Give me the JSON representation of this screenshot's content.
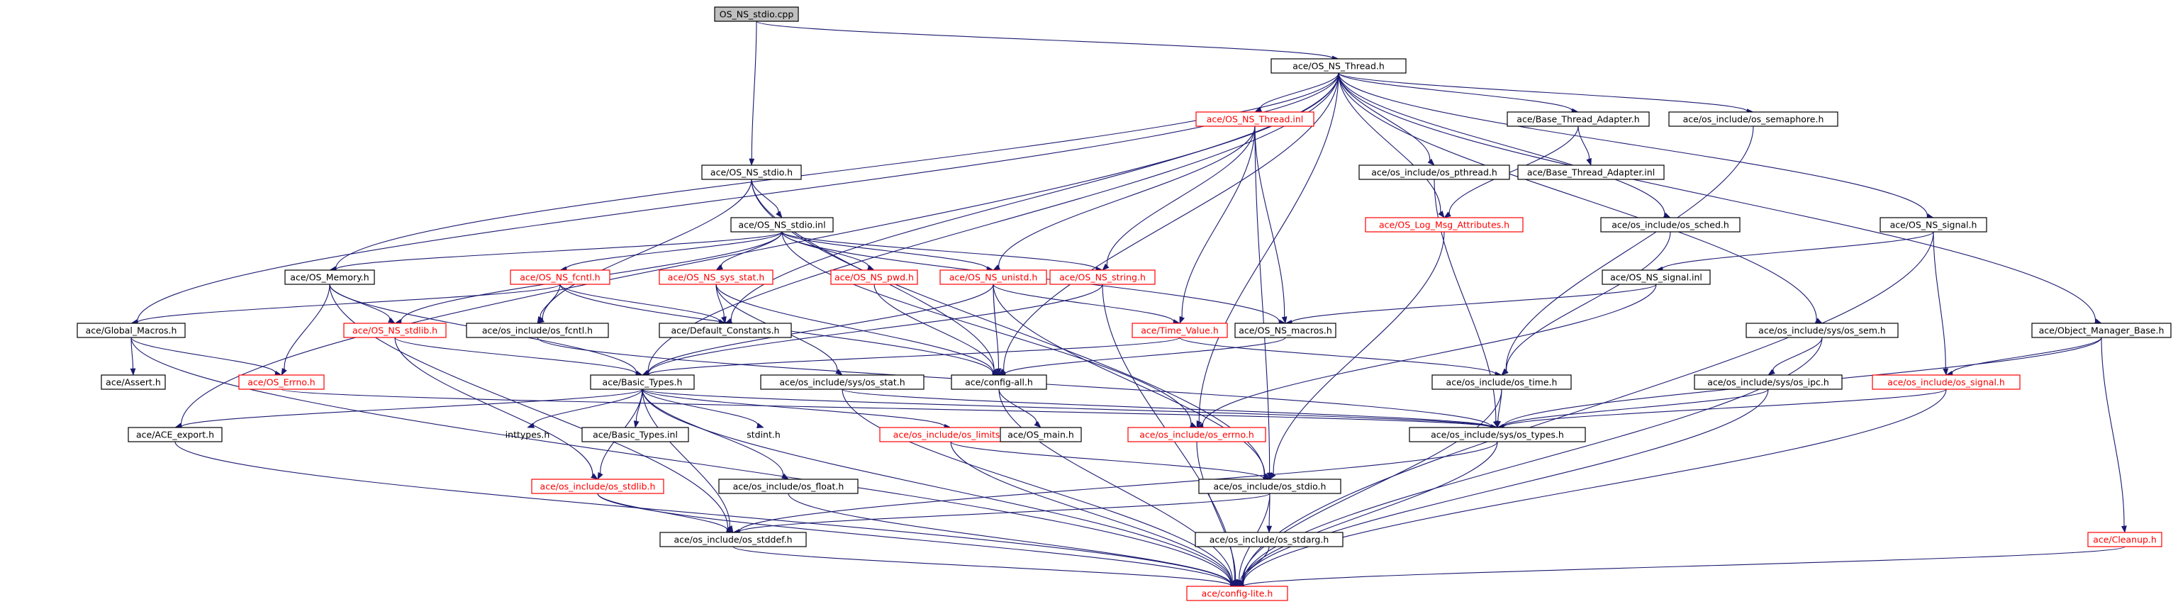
{
  "diagram": {
    "nodes": [
      {
        "id": "root",
        "label": "OS_NS_stdio.cpp",
        "style": "root"
      },
      {
        "id": "thread_h",
        "label": "ace/OS_NS_Thread.h",
        "style": "normal"
      },
      {
        "id": "thread_inl",
        "label": "ace/OS_NS_Thread.inl",
        "style": "red"
      },
      {
        "id": "base_thread_adapter_h",
        "label": "ace/Base_Thread_Adapter.h",
        "style": "normal"
      },
      {
        "id": "os_semaphore_h",
        "label": "ace/os_include/os_semaphore.h",
        "style": "normal"
      },
      {
        "id": "stdio_h",
        "label": "ace/OS_NS_stdio.h",
        "style": "normal"
      },
      {
        "id": "os_pthread_h",
        "label": "ace/os_include/os_pthread.h",
        "style": "normal"
      },
      {
        "id": "base_thread_adapter_inl",
        "label": "ace/Base_Thread_Adapter.inl",
        "style": "normal"
      },
      {
        "id": "stdio_inl",
        "label": "ace/OS_NS_stdio.inl",
        "style": "normal"
      },
      {
        "id": "log_msg_attributes_h",
        "label": "ace/OS_Log_Msg_Attributes.h",
        "style": "red"
      },
      {
        "id": "os_sched_h",
        "label": "ace/os_include/os_sched.h",
        "style": "normal"
      },
      {
        "id": "signal_h",
        "label": "ace/OS_NS_signal.h",
        "style": "normal"
      },
      {
        "id": "os_memory_h",
        "label": "ace/OS_Memory.h",
        "style": "normal"
      },
      {
        "id": "fcntl_h",
        "label": "ace/OS_NS_fcntl.h",
        "style": "red"
      },
      {
        "id": "sys_stat_h",
        "label": "ace/OS_NS_sys_stat.h",
        "style": "red"
      },
      {
        "id": "pwd_h",
        "label": "ace/OS_NS_pwd.h",
        "style": "red"
      },
      {
        "id": "unistd_h",
        "label": "ace/OS_NS_unistd.h",
        "style": "red"
      },
      {
        "id": "string_h",
        "label": "ace/OS_NS_string.h",
        "style": "red"
      },
      {
        "id": "signal_inl",
        "label": "ace/OS_NS_signal.inl",
        "style": "normal"
      },
      {
        "id": "global_macros_h",
        "label": "ace/Global_Macros.h",
        "style": "normal"
      },
      {
        "id": "stdlib_h",
        "label": "ace/OS_NS_stdlib.h",
        "style": "red"
      },
      {
        "id": "os_fcntl_h",
        "label": "ace/os_include/os_fcntl.h",
        "style": "normal"
      },
      {
        "id": "default_constants_h",
        "label": "ace/Default_Constants.h",
        "style": "normal"
      },
      {
        "id": "time_value_h",
        "label": "ace/Time_Value.h",
        "style": "red"
      },
      {
        "id": "macros_h",
        "label": "ace/OS_NS_macros.h",
        "style": "normal"
      },
      {
        "id": "sys_os_sem_h",
        "label": "ace/os_include/sys/os_sem.h",
        "style": "normal"
      },
      {
        "id": "object_manager_base_h",
        "label": "ace/Object_Manager_Base.h",
        "style": "normal"
      },
      {
        "id": "assert_h",
        "label": "ace/Assert.h",
        "style": "normal"
      },
      {
        "id": "os_errno_h",
        "label": "ace/OS_Errno.h",
        "style": "red"
      },
      {
        "id": "basic_types_h",
        "label": "ace/Basic_Types.h",
        "style": "normal"
      },
      {
        "id": "sys_os_stat_h",
        "label": "ace/os_include/sys/os_stat.h",
        "style": "normal"
      },
      {
        "id": "config_all_h",
        "label": "ace/config-all.h",
        "style": "normal"
      },
      {
        "id": "os_time_h",
        "label": "ace/os_include/os_time.h",
        "style": "normal"
      },
      {
        "id": "sys_os_ipc_h",
        "label": "ace/os_include/sys/os_ipc.h",
        "style": "normal"
      },
      {
        "id": "os_signal_h",
        "label": "ace/os_include/os_signal.h",
        "style": "red"
      },
      {
        "id": "ace_export_h",
        "label": "ace/ACE_export.h",
        "style": "normal"
      },
      {
        "id": "inttypes_h",
        "label": "inttypes.h",
        "style": "plain"
      },
      {
        "id": "basic_types_inl",
        "label": "ace/Basic_Types.inl",
        "style": "normal"
      },
      {
        "id": "stdint_h",
        "label": "stdint.h",
        "style": "plain"
      },
      {
        "id": "os_limits_h",
        "label": "ace/os_include/os_limits.h",
        "style": "red"
      },
      {
        "id": "os_main_h",
        "label": "ace/OS_main.h",
        "style": "normal"
      },
      {
        "id": "os_errno_include_h",
        "label": "ace/os_include/os_errno.h",
        "style": "red"
      },
      {
        "id": "sys_os_types_h",
        "label": "ace/os_include/sys/os_types.h",
        "style": "normal"
      },
      {
        "id": "os_float_h",
        "label": "ace/os_include/os_float.h",
        "style": "normal"
      },
      {
        "id": "os_stdlib_h",
        "label": "ace/os_include/os_stdlib.h",
        "style": "red"
      },
      {
        "id": "os_stdio_h",
        "label": "ace/os_include/os_stdio.h",
        "style": "normal"
      },
      {
        "id": "os_stdarg_h",
        "label": "ace/os_include/os_stdarg.h",
        "style": "normal"
      },
      {
        "id": "os_stddef_h",
        "label": "ace/os_include/os_stddef.h",
        "style": "normal"
      },
      {
        "id": "cleanup_h",
        "label": "ace/Cleanup.h",
        "style": "red"
      },
      {
        "id": "config_lite_h",
        "label": "ace/config-lite.h",
        "style": "red"
      }
    ],
    "edges": [
      [
        "root",
        "thread_h"
      ],
      [
        "root",
        "stdio_h"
      ],
      [
        "thread_h",
        "thread_inl"
      ],
      [
        "thread_h",
        "base_thread_adapter_h"
      ],
      [
        "thread_h",
        "os_semaphore_h"
      ],
      [
        "thread_h",
        "os_pthread_h"
      ],
      [
        "thread_h",
        "log_msg_attributes_h"
      ],
      [
        "thread_h",
        "os_sched_h"
      ],
      [
        "thread_h",
        "signal_h"
      ],
      [
        "thread_h",
        "os_memory_h"
      ],
      [
        "thread_h",
        "global_macros_h"
      ],
      [
        "thread_h",
        "default_constants_h"
      ],
      [
        "thread_h",
        "sys_os_sem_h"
      ],
      [
        "thread_h",
        "object_manager_base_h"
      ],
      [
        "thread_h",
        "basic_types_h"
      ],
      [
        "thread_h",
        "config_all_h"
      ],
      [
        "thread_h",
        "ace_export_h"
      ],
      [
        "thread_h",
        "os_errno_include_h"
      ],
      [
        "thread_inl",
        "unistd_h"
      ],
      [
        "thread_inl",
        "string_h"
      ],
      [
        "thread_inl",
        "time_value_h"
      ],
      [
        "thread_inl",
        "macros_h"
      ],
      [
        "thread_inl",
        "os_stdio_h"
      ],
      [
        "base_thread_adapter_h",
        "base_thread_adapter_inl"
      ],
      [
        "base_thread_adapter_h",
        "log_msg_attributes_h"
      ],
      [
        "os_semaphore_h",
        "os_time_h"
      ],
      [
        "os_pthread_h",
        "sys_os_types_h"
      ],
      [
        "os_sched_h",
        "os_time_h"
      ],
      [
        "stdio_h",
        "stdio_inl"
      ],
      [
        "stdio_h",
        "os_fcntl_h"
      ],
      [
        "stdio_h",
        "config_all_h"
      ],
      [
        "stdio_h",
        "os_stdio_h"
      ],
      [
        "stdio_inl",
        "os_memory_h"
      ],
      [
        "stdio_inl",
        "fcntl_h"
      ],
      [
        "stdio_inl",
        "sys_stat_h"
      ],
      [
        "stdio_inl",
        "pwd_h"
      ],
      [
        "stdio_inl",
        "unistd_h"
      ],
      [
        "stdio_inl",
        "string_h"
      ],
      [
        "stdio_inl",
        "stdlib_h"
      ],
      [
        "stdio_inl",
        "macros_h"
      ],
      [
        "stdio_inl",
        "os_errno_include_h"
      ],
      [
        "log_msg_attributes_h",
        "os_stdio_h"
      ],
      [
        "signal_h",
        "signal_inl"
      ],
      [
        "signal_h",
        "os_signal_h"
      ],
      [
        "signal_h",
        "config_lite_h"
      ],
      [
        "signal_inl",
        "macros_h"
      ],
      [
        "signal_inl",
        "os_errno_include_h"
      ],
      [
        "os_memory_h",
        "os_errno_h"
      ],
      [
        "os_memory_h",
        "basic_types_h"
      ],
      [
        "os_memory_h",
        "stdlib_h"
      ],
      [
        "os_memory_h",
        "os_stddef_h"
      ],
      [
        "fcntl_h",
        "os_fcntl_h"
      ],
      [
        "fcntl_h",
        "default_constants_h"
      ],
      [
        "fcntl_h",
        "global_macros_h"
      ],
      [
        "fcntl_h",
        "config_all_h"
      ],
      [
        "sys_stat_h",
        "sys_os_stat_h"
      ],
      [
        "sys_stat_h",
        "default_constants_h"
      ],
      [
        "sys_stat_h",
        "config_all_h"
      ],
      [
        "pwd_h",
        "config_all_h"
      ],
      [
        "unistd_h",
        "time_value_h"
      ],
      [
        "unistd_h",
        "basic_types_h"
      ],
      [
        "unistd_h",
        "config_all_h"
      ],
      [
        "unistd_h",
        "os_stdio_h"
      ],
      [
        "string_h",
        "basic_types_h"
      ],
      [
        "string_h",
        "config_lite_h"
      ],
      [
        "global_macros_h",
        "assert_h"
      ],
      [
        "global_macros_h",
        "os_errno_h"
      ],
      [
        "global_macros_h",
        "config_lite_h"
      ],
      [
        "stdlib_h",
        "basic_types_h"
      ],
      [
        "stdlib_h",
        "os_stdlib_h"
      ],
      [
        "os_fcntl_h",
        "sys_os_types_h"
      ],
      [
        "time_value_h",
        "basic_types_h"
      ],
      [
        "time_value_h",
        "os_time_h"
      ],
      [
        "macros_h",
        "config_all_h"
      ],
      [
        "sys_os_sem_h",
        "sys_os_ipc_h"
      ],
      [
        "sys_os_sem_h",
        "config_lite_h"
      ],
      [
        "object_manager_base_h",
        "os_signal_h"
      ],
      [
        "object_manager_base_h",
        "cleanup_h"
      ],
      [
        "object_manager_base_h",
        "sys_os_types_h"
      ],
      [
        "os_errno_h",
        "sys_os_types_h"
      ],
      [
        "basic_types_h",
        "ace_export_h"
      ],
      [
        "basic_types_h",
        "inttypes_h"
      ],
      [
        "basic_types_h",
        "basic_types_inl"
      ],
      [
        "basic_types_h",
        "stdint_h"
      ],
      [
        "basic_types_h",
        "os_limits_h"
      ],
      [
        "basic_types_h",
        "os_float_h"
      ],
      [
        "basic_types_h",
        "os_stdlib_h"
      ],
      [
        "basic_types_h",
        "os_stddef_h"
      ],
      [
        "basic_types_h",
        "sys_os_types_h"
      ],
      [
        "basic_types_h",
        "config_lite_h"
      ],
      [
        "sys_os_stat_h",
        "sys_os_types_h"
      ],
      [
        "sys_os_stat_h",
        "config_lite_h"
      ],
      [
        "config_all_h",
        "os_main_h"
      ],
      [
        "config_all_h",
        "config_lite_h"
      ],
      [
        "os_time_h",
        "sys_os_types_h"
      ],
      [
        "os_time_h",
        "config_lite_h"
      ],
      [
        "sys_os_ipc_h",
        "sys_os_types_h"
      ],
      [
        "sys_os_ipc_h",
        "config_lite_h"
      ],
      [
        "os_signal_h",
        "sys_os_types_h"
      ],
      [
        "os_signal_h",
        "config_lite_h"
      ],
      [
        "ace_export_h",
        "config_lite_h"
      ],
      [
        "os_limits_h",
        "os_stdio_h"
      ],
      [
        "os_limits_h",
        "config_lite_h"
      ],
      [
        "os_errno_include_h",
        "config_lite_h"
      ],
      [
        "sys_os_types_h",
        "os_stddef_h"
      ],
      [
        "sys_os_types_h",
        "config_lite_h"
      ],
      [
        "os_float_h",
        "config_lite_h"
      ],
      [
        "os_stdlib_h",
        "os_stddef_h"
      ],
      [
        "os_stdlib_h",
        "config_lite_h"
      ],
      [
        "os_stdio_h",
        "os_stdarg_h"
      ],
      [
        "os_stdio_h",
        "os_stddef_h"
      ],
      [
        "os_stdio_h",
        "config_lite_h"
      ],
      [
        "os_stdarg_h",
        "config_lite_h"
      ],
      [
        "os_stddef_h",
        "config_lite_h"
      ],
      [
        "cleanup_h",
        "config_lite_h"
      ]
    ]
  }
}
